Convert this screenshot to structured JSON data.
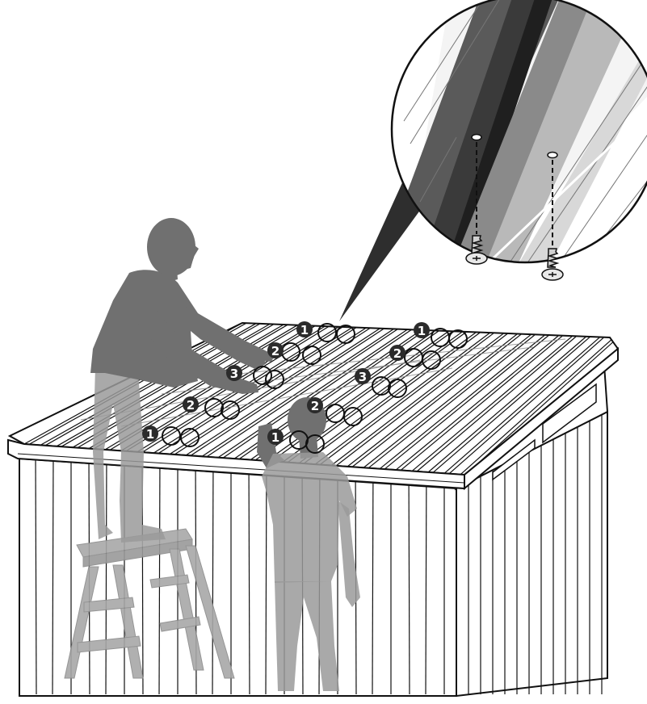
{
  "colors": {
    "line": "#111111",
    "figure": "#6f6f6f",
    "figure_ghost": "#9a9a9a",
    "badge_fill": "#2b2b2b",
    "badge_text": "#ffffff",
    "callout_cone": "#2e2e2e"
  },
  "callouts": [
    {
      "label": "1",
      "group": "left"
    },
    {
      "label": "2",
      "group": "left"
    },
    {
      "label": "3",
      "group": "left"
    },
    {
      "label": "2",
      "group": "left"
    },
    {
      "label": "1",
      "group": "left"
    },
    {
      "label": "1",
      "group": "right"
    },
    {
      "label": "2",
      "group": "right"
    },
    {
      "label": "3",
      "group": "right"
    },
    {
      "label": "2",
      "group": "right"
    },
    {
      "label": "1",
      "group": "right"
    }
  ],
  "icons": [
    "screw-icon",
    "screw-icon",
    "screw-hole-icon",
    "screw-hole-icon"
  ]
}
